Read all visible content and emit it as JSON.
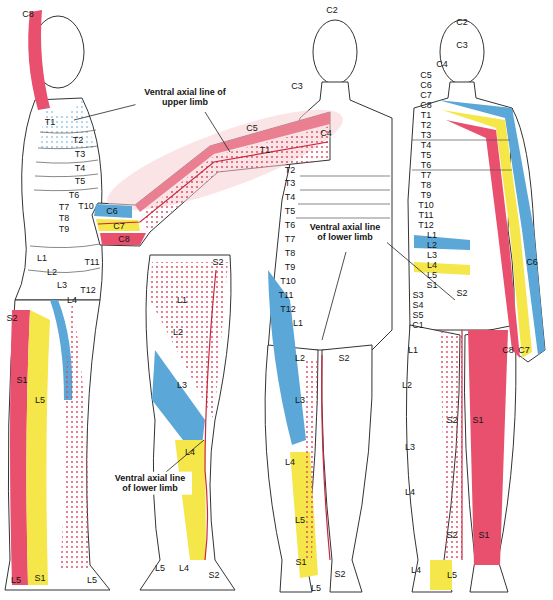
{
  "diagram": {
    "labels": [
      "C8",
      "T1",
      "T2",
      "T3",
      "T4",
      "T5",
      "T6",
      "T7",
      "T8",
      "T9",
      "T10",
      "T11",
      "T12",
      "L1",
      "L2",
      "L3",
      "L4",
      "S2",
      "S1",
      "L5",
      "L5",
      "S1",
      "L5",
      "Ventral axial line of upper limb",
      "C5",
      "T1",
      "C6",
      "C7",
      "C8",
      "S2",
      "L1",
      "L2",
      "L3",
      "L4",
      "Ventral axial line of lower limb",
      "L5",
      "L4",
      "S2",
      "C2",
      "C3",
      "C4",
      "T2",
      "T3",
      "T4",
      "T5",
      "T6",
      "T7",
      "T8",
      "T9",
      "T10",
      "T11",
      "T12",
      "L1",
      "L2",
      "S2",
      "L3",
      "L4",
      "L5",
      "S1",
      "S2",
      "L5",
      "Ventral axial line of lower limb",
      "C2",
      "C3",
      "C4",
      "C5",
      "C6",
      "C7",
      "C8",
      "T1",
      "T2",
      "T3",
      "T4",
      "T5",
      "T6",
      "T7",
      "T8",
      "T9",
      "T10",
      "T11",
      "T12",
      "L1",
      "L2",
      "L3",
      "L4",
      "L5",
      "S1",
      "S3",
      "S4",
      "S5",
      "C1",
      "S2",
      "L1",
      "L2",
      "S2",
      "S1",
      "L3",
      "L4",
      "S2",
      "S1",
      "L4",
      "L5",
      "C6",
      "C8",
      "C7"
    ]
  }
}
